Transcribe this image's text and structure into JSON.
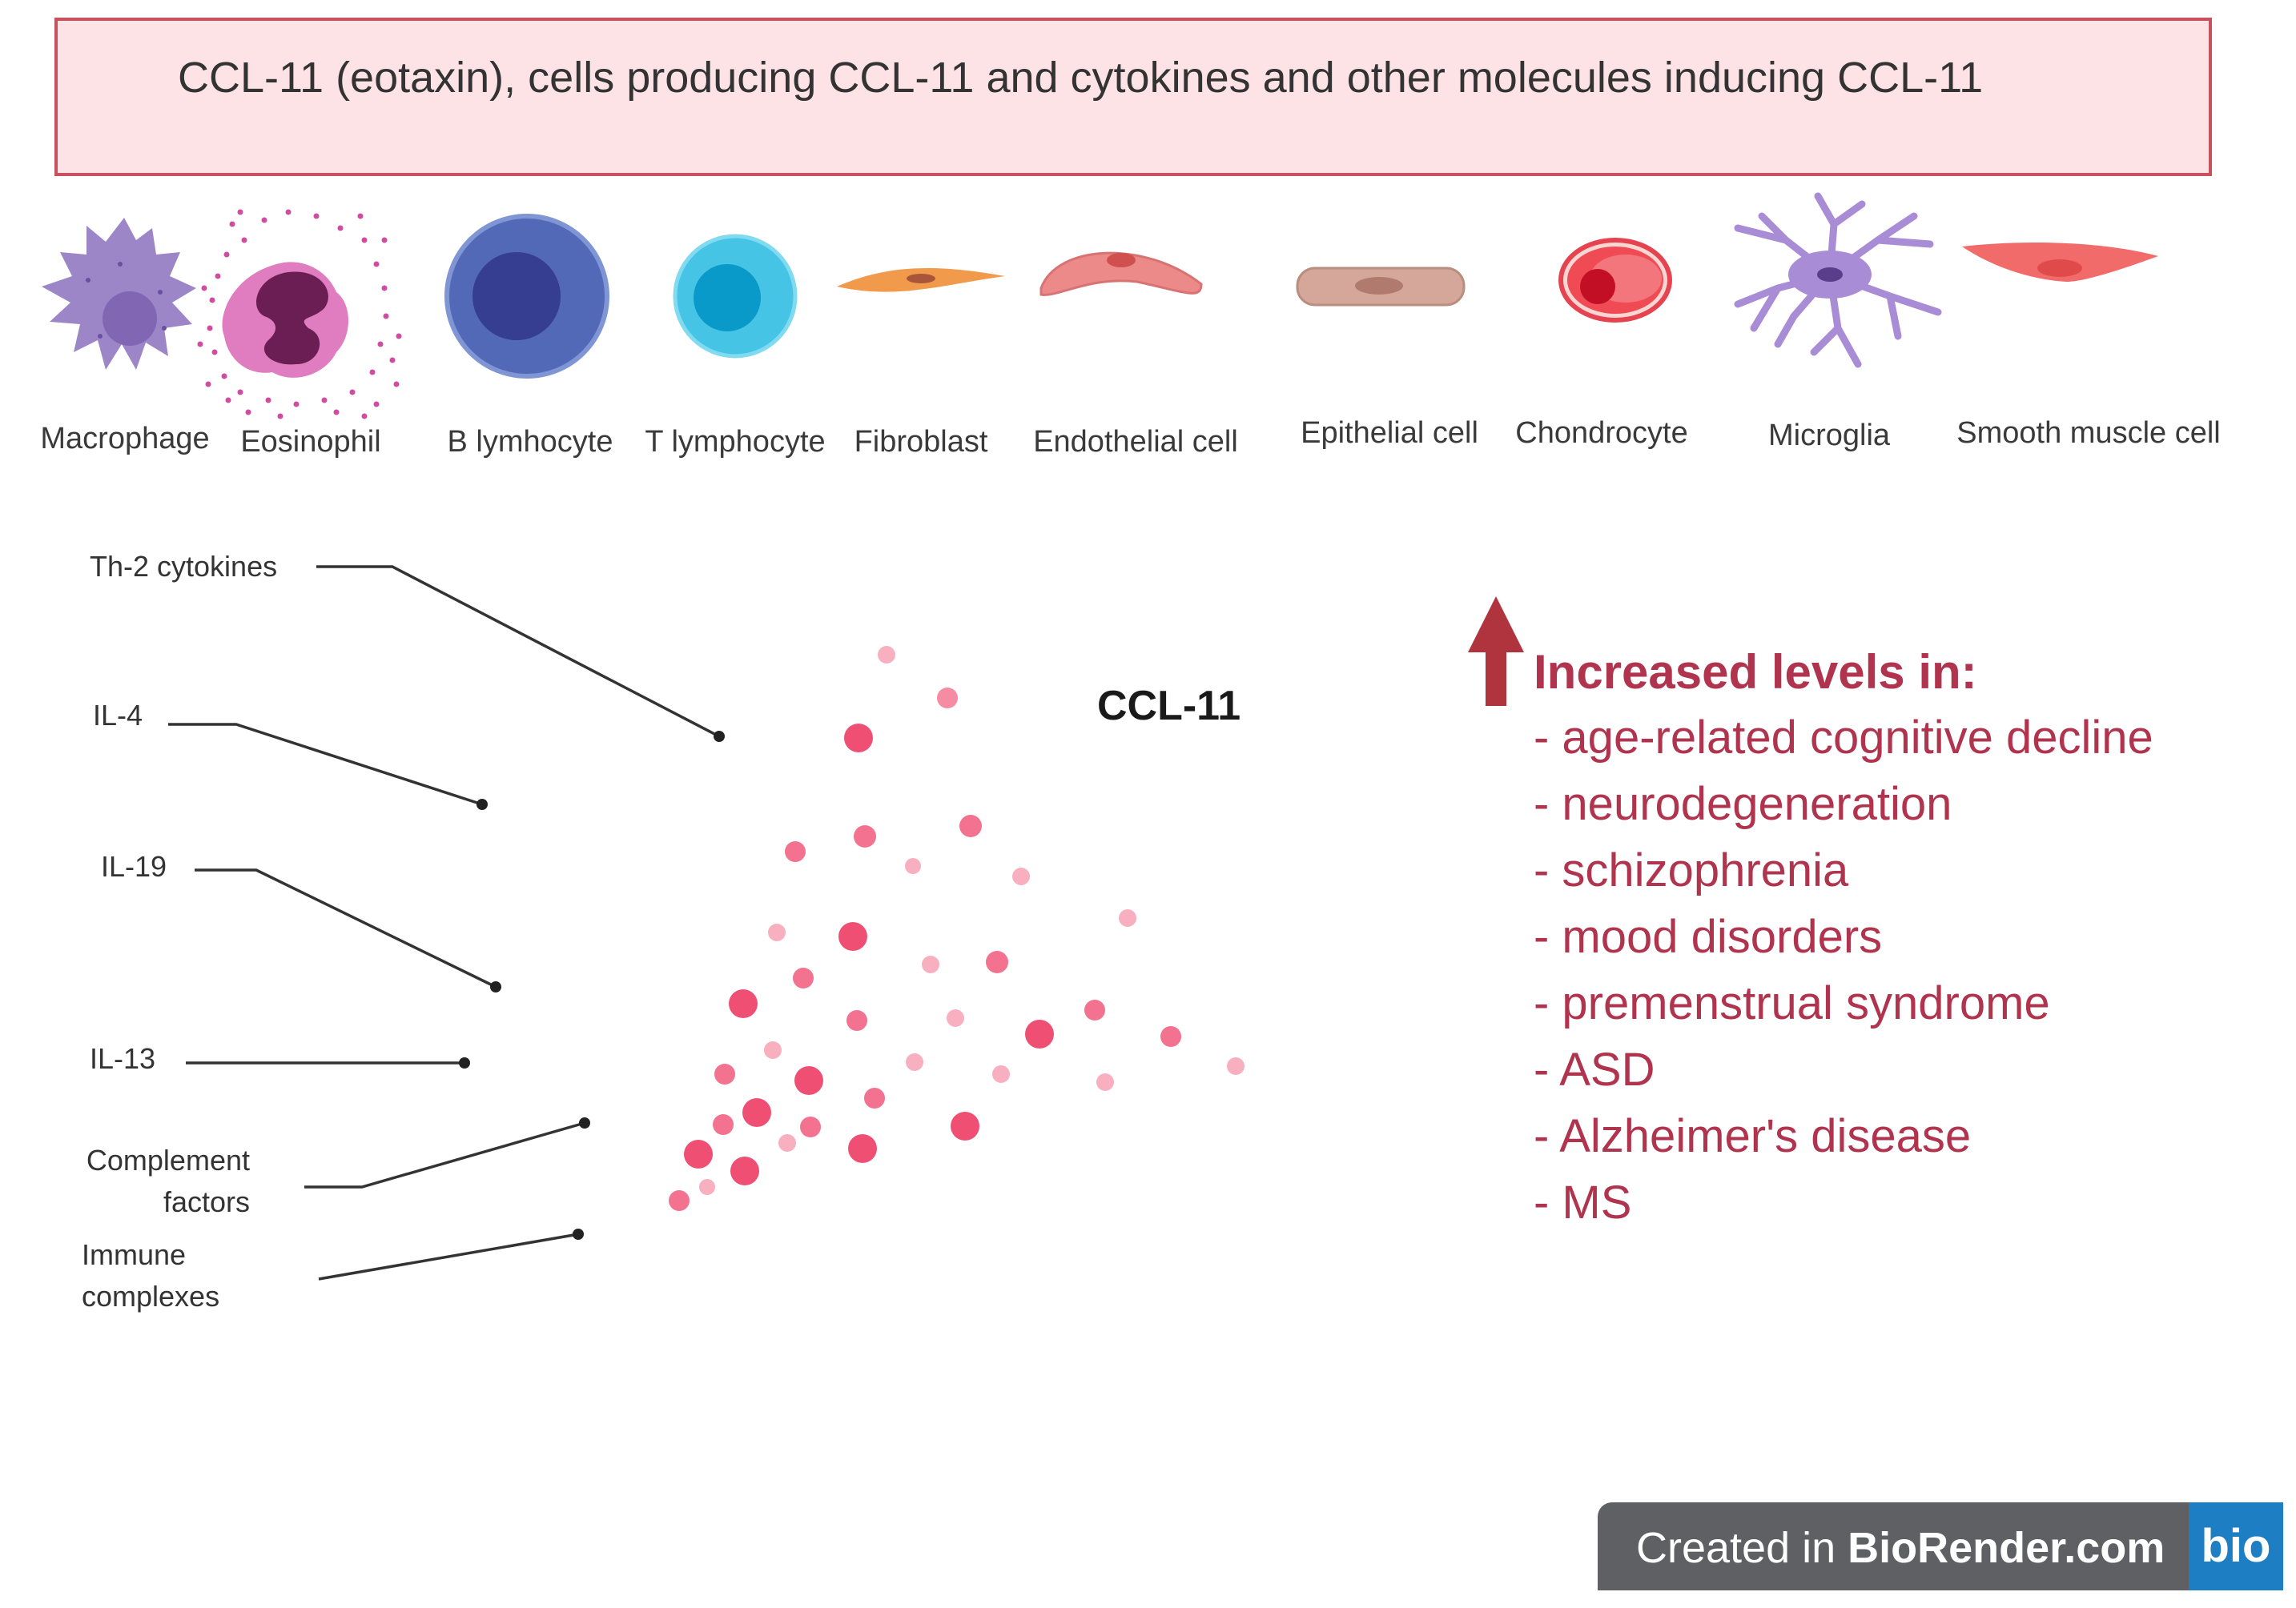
{
  "title": "CCL-11 (eotaxin), cells producing CCL-11 and cytokines and other molecules inducing CCL-11",
  "cells": [
    {
      "label": "Macrophage",
      "icon": "macrophage-icon"
    },
    {
      "label": "Eosinophil",
      "icon": "eosinophil-icon"
    },
    {
      "label": "B lymhocyte",
      "icon": "b-lymphocyte-icon"
    },
    {
      "label": "T lymphocyte",
      "icon": "t-lymphocyte-icon"
    },
    {
      "label": "Fibroblast",
      "icon": "fibroblast-icon"
    },
    {
      "label": "Endothelial cell",
      "icon": "endothelial-cell-icon"
    },
    {
      "label": "Epithelial cell",
      "icon": "epithelial-cell-icon"
    },
    {
      "label": "Chondrocyte",
      "icon": "chondrocyte-icon"
    },
    {
      "label": "Microglia",
      "icon": "microglia-icon"
    },
    {
      "label": "Smooth muscle cell",
      "icon": "smooth-muscle-cell-icon"
    }
  ],
  "stimuli": [
    {
      "label": "Th-2   cytokines"
    },
    {
      "label": "IL-4"
    },
    {
      "label": "IL-19"
    },
    {
      "label": "IL-13"
    },
    {
      "label": "Complement\nfactors"
    },
    {
      "label": "Immune\ncomplexes"
    }
  ],
  "molecule_label": "CCL-11",
  "increased": {
    "heading": "Increased levels in:",
    "items": [
      "- age-related cognitive decline",
      "- neurodegeneration",
      "- schizophrenia",
      "- mood disorders",
      "- premenstrual syndrome",
      "- ASD",
      "- Alzheimer's disease",
      "- MS"
    ]
  },
  "badge": {
    "prefix": "Created in ",
    "brand": "BioRender.com",
    "logo": "bio"
  },
  "colors": {
    "title_fill": "#fde3e6",
    "title_border": "#c9505f",
    "accent_red": "#b0344e",
    "dot_pink": "#ef4f73",
    "badge_gray": "#5f6064",
    "badge_blue": "#1d7ec4"
  }
}
